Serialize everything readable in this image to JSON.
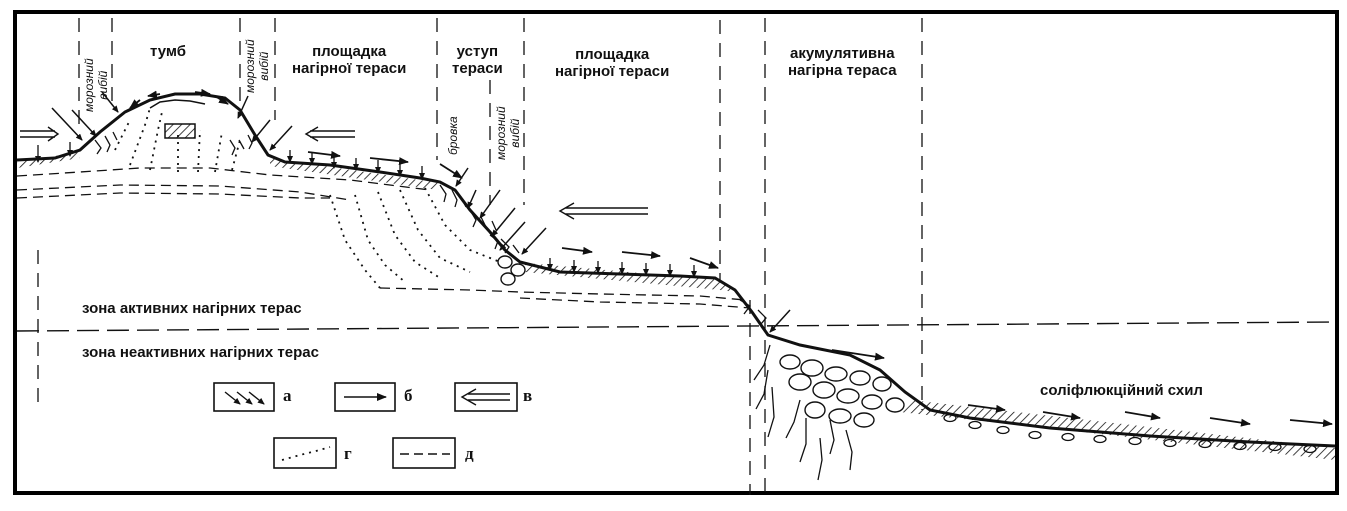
{
  "labels": {
    "tumb": "тумб",
    "platform1_line1": "площадка",
    "platform1_line2": "нагірної тераси",
    "ledge_line1": "уступ",
    "ledge_line2": "тераси",
    "platform2_line1": "площадка",
    "platform2_line2": "нагірної тераси",
    "accum_line1": "акумулятивна",
    "accum_line2": "нагірна тераса",
    "solifluction": "соліфлюкційний схил",
    "frost1_line1": "морозний",
    "frost1_line2": "вибій",
    "frost2_line1": "морозний",
    "frost2_line2": "вибій",
    "brovka": "бровка",
    "frost3_line1": "морозний",
    "frost3_line2": "вибій"
  },
  "zones": {
    "active": "зона активних нагірних терас",
    "inactive": "зона неактивних нагірних терас"
  },
  "legend": {
    "a": "а",
    "b": "б",
    "v": "в",
    "g": "г",
    "d": "д"
  },
  "colors": {
    "ink": "#111111",
    "background": "#ffffff"
  }
}
